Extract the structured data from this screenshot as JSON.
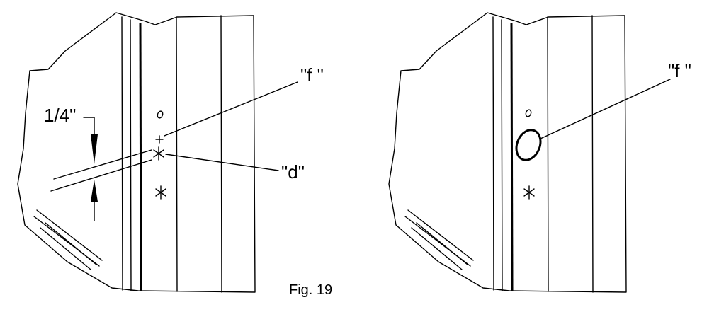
{
  "figure": {
    "caption": "Fig. 19",
    "left_panel": {
      "dimension_label": "1/4\"",
      "callout_f": "\"f \"",
      "callout_d": "\"d\""
    },
    "right_panel": {
      "callout_f": "\"f \""
    }
  }
}
